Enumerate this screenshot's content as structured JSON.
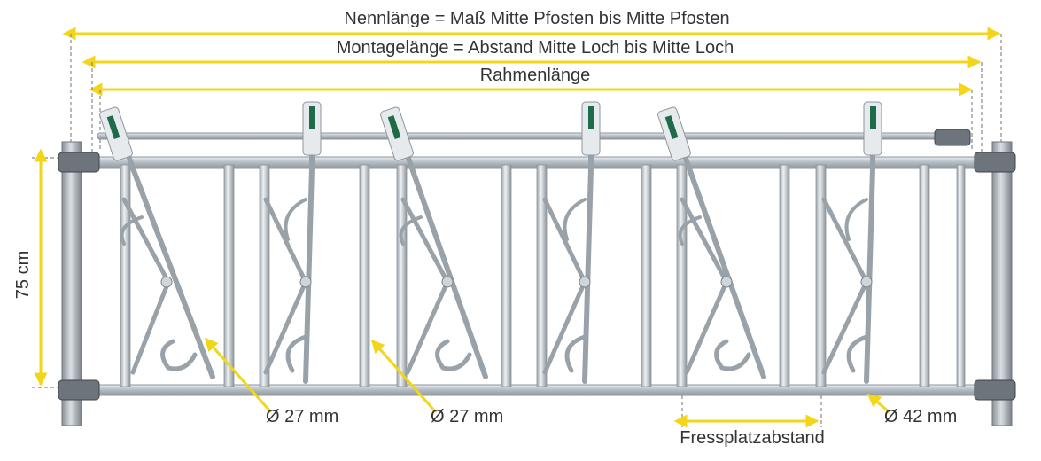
{
  "dimensions": {
    "nominal_length": "Nennlänge = Maß Mitte Pfosten bis Mitte Pfosten",
    "mounting_length": "Montagelänge = Abstand Mitte Loch bis Mitte Loch",
    "frame_length": "Rahmenlänge",
    "height": "75 cm",
    "feeding_place_distance": "Fressplatzabstand"
  },
  "pipe_labels": {
    "left": "Ø 27 mm",
    "middle": "Ø 27 mm",
    "right": "Ø 42 mm"
  },
  "colors": {
    "dimension_line": "#f3d51a",
    "steel": "#b9c0c6",
    "indicator": "#1e6b4a"
  }
}
